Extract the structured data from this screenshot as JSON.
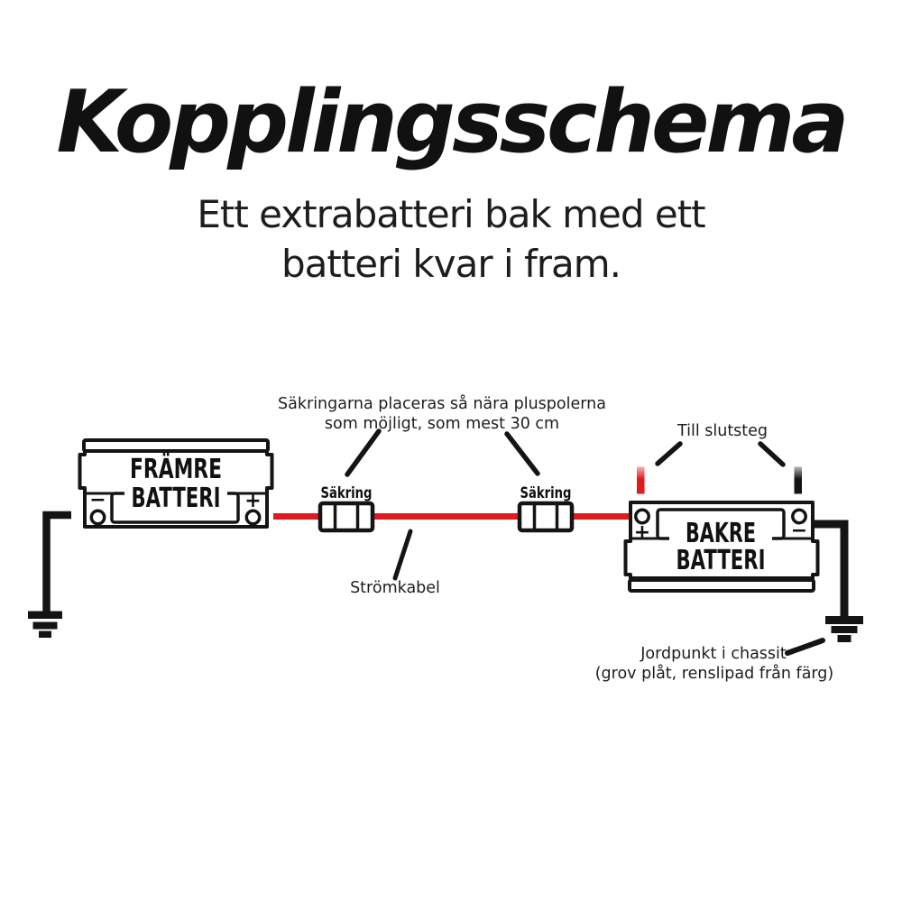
{
  "title": "Kopplingsschema",
  "subtitle": {
    "line1": "Ett extrabatteri bak med ett",
    "line2": "batteri kvar i fram."
  },
  "colors": {
    "cable_red": "#e01b1f",
    "wire_black": "#141414",
    "text": "#1d1d1d"
  },
  "front_battery": {
    "name_line1": "FRÄMRE",
    "name_line2": "BATTERI",
    "minus_pole": "−",
    "plus_pole": "+"
  },
  "rear_battery": {
    "name_line1": "BAKRE",
    "name_line2": "BATTERI",
    "plus_pole": "+",
    "minus_pole": "−"
  },
  "fuses": {
    "fuse1_label": "Säkring",
    "fuse2_label": "Säkring",
    "note_line1": "Säkringarna placeras så nära pluspolerna",
    "note_line2": "som möjligt, som mest 30 cm"
  },
  "annotations": {
    "till_slutsteg": "Till slutsteg",
    "stromkabel": "Strömkabel",
    "jordpunkt_line1": "Jordpunkt i chassit",
    "jordpunkt_line2": "(grov plåt, renslipad från färg)"
  }
}
